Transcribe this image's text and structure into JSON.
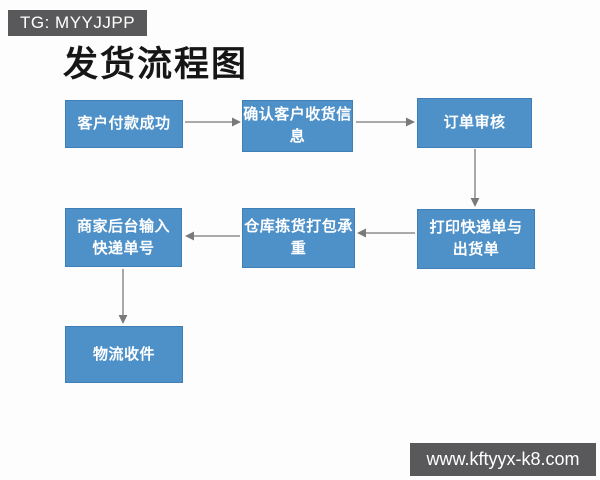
{
  "watermarks": {
    "telegram": "TG: MYYJJPP",
    "website": "www.kftyyx-k8.com"
  },
  "title": "发货流程图",
  "colors": {
    "node_fill": "#4e90c8",
    "node_border": "#3f7fb6",
    "node_text": "#ffffff",
    "banner_bg": "#59595b",
    "banner_text": "#ffffff",
    "arrow": "#7a7a7a",
    "title_text": "#161616",
    "background": "#fdfdfe"
  },
  "nodes": [
    {
      "id": "customer-payment",
      "label": "客户付款成功"
    },
    {
      "id": "confirm-shipping-info",
      "label": "确认客户收货信\n息"
    },
    {
      "id": "order-review",
      "label": "订单审核"
    },
    {
      "id": "print-waybill",
      "label": "打印快递单与\n出货单"
    },
    {
      "id": "warehouse-packing",
      "label": "仓库拣货打包承\n重"
    },
    {
      "id": "merchant-tracking-input",
      "label": "商家后台输入\n快递单号"
    },
    {
      "id": "logistics-pickup",
      "label": "物流收件"
    }
  ],
  "edges": [
    {
      "from": "customer-payment",
      "to": "confirm-shipping-info"
    },
    {
      "from": "confirm-shipping-info",
      "to": "order-review"
    },
    {
      "from": "order-review",
      "to": "print-waybill"
    },
    {
      "from": "print-waybill",
      "to": "warehouse-packing"
    },
    {
      "from": "warehouse-packing",
      "to": "merchant-tracking-input"
    },
    {
      "from": "merchant-tracking-input",
      "to": "logistics-pickup"
    }
  ]
}
